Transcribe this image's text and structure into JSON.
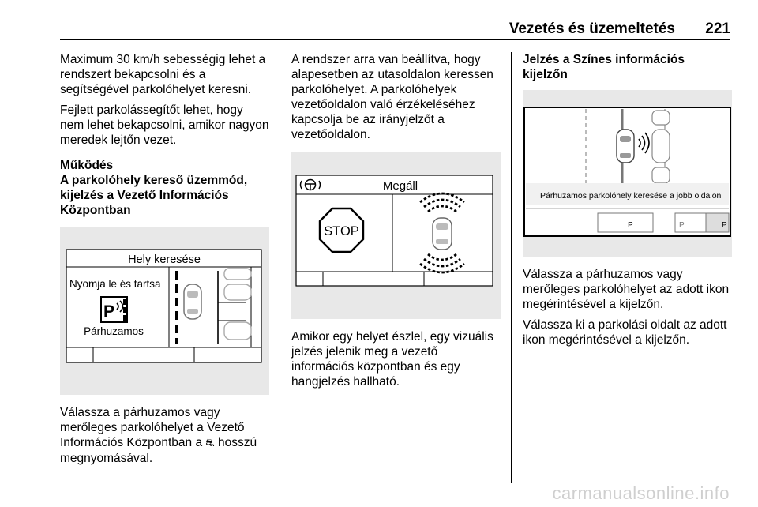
{
  "header": {
    "title": "Vezetés és üzemeltetés",
    "page_number": "221"
  },
  "col1": {
    "p1": "Maximum 30 km/h sebességig lehet a rendszert bekapcsolni és a segítségével parkolóhelyet keresni.",
    "p2": "Fejlett parkolássegítőt lehet, hogy nem lehet bekapcsolni, amikor nagyon meredek lejtőn vezet.",
    "heading1": "Működés",
    "heading2": "A parkolóhely kereső üzemmód, kijelzés a Vezető Információs Központban",
    "fig": {
      "header": "Hely keresése",
      "instruction": "Nyomja le és tartsa",
      "mode": "Párhuzamos"
    },
    "p3a": "Válassza a párhuzamos vagy merőleges parkolóhelyet a Vezető Információs Központban a",
    "p3_icon": "⛐",
    "p3b": "hosszú megnyomásával."
  },
  "col2": {
    "p1": "A rendszer arra van beállítva, hogy alapesetben az utasoldalon keressen parkolóhelyet. A parkolóhelyek vezetőoldalon való érzékeléséhez kapcsolja be az irányjelzőt a vezetőoldalon.",
    "fig": {
      "header": "Megáll",
      "stop": "STOP"
    },
    "p2": "Amikor egy helyet észlel, egy vizuális jelzés jelenik meg a vezető információs központban és egy hangjelzés hallható."
  },
  "col3": {
    "heading": "Jelzés a Színes információs kijelzőn",
    "fig": {
      "caption": "Párhuzamos parkolóhely keresése a jobb oldalon",
      "p1": "P",
      "p2": "P",
      "p3": "P"
    },
    "p1": "Válassza a párhuzamos vagy merőleges parkolóhelyet az adott ikon megérintésével a kijelzőn.",
    "p2": "Válassza ki a parkolási oldalt az adott ikon megérintésével a kijelzőn."
  },
  "watermark": "carmanualsonline.info"
}
